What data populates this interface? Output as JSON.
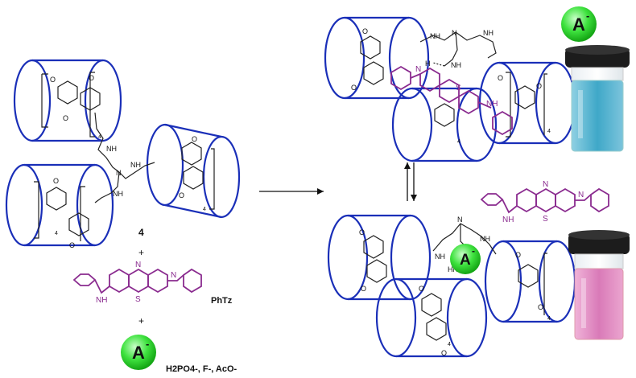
{
  "labels": {
    "compound": "4",
    "plus1": "+",
    "guest": "PhTz",
    "plus2": "+",
    "anion_symbol": "A",
    "anion_charge": "-",
    "anions": "H2PO4-, F-, AcO-"
  },
  "atoms": {
    "methoxy": "O",
    "nitrogen": "N",
    "amide_nh": "NH",
    "hn": "HN",
    "amine_h": "H",
    "sulfur": "S",
    "unit_count": "4"
  },
  "colors": {
    "cage": "#1a2fb8",
    "dye": "#8a2b8f",
    "anion_ball": "#3ee23e",
    "vial_blue": "#3fa8c8",
    "vial_pink": "#d97ab8",
    "cap": "#1c1c1c"
  },
  "vials": [
    {
      "state": "blue solution"
    },
    {
      "state": "pink solution"
    }
  ]
}
